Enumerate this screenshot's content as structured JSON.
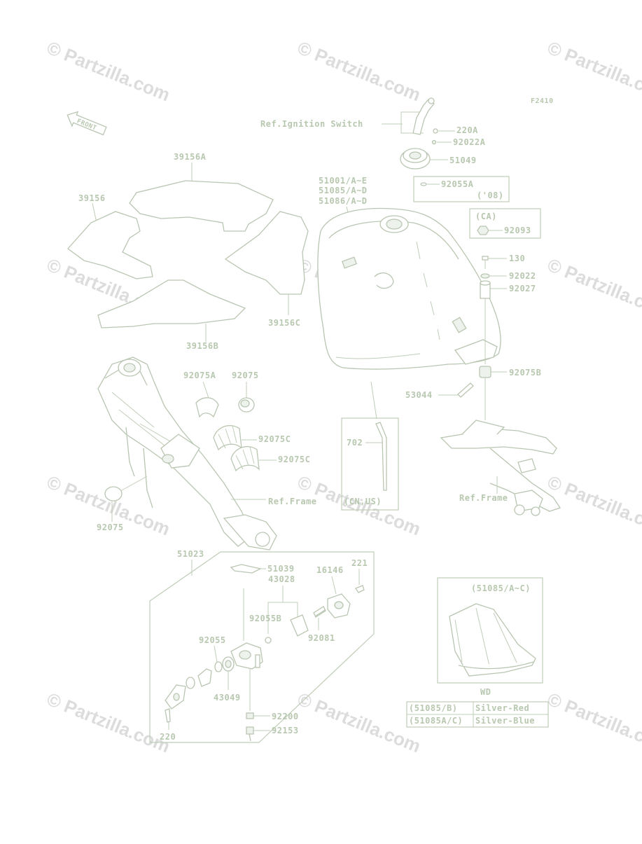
{
  "figure_code": "F2410",
  "watermark": "© Partzilla.com",
  "front_label": "FRONT",
  "labels": {
    "ref_ignition": "Ref.Ignition Switch",
    "p220A": "220A",
    "p92022A": "92022A",
    "p51049": "51049",
    "p92055A": "92055A",
    "yr08": "('08)",
    "ca": "(CA)",
    "p92093": "92093",
    "tank1": "51001/A~E",
    "tank2": "51085/A~D",
    "tank3": "51086/A~D",
    "p130": "130",
    "p92022": "92022",
    "p92027": "92027",
    "p39156A": "39156A",
    "p39156": "39156",
    "p39156C": "39156C",
    "p39156B": "39156B",
    "p92075A": "92075A",
    "p92075_top": "92075",
    "p92075C_1": "92075C",
    "p92075C_2": "92075C",
    "ref_frame_left": "Ref.Frame",
    "p92075_bottom": "92075",
    "p702": "702",
    "cnus": "(CN,US)",
    "p53044": "53044",
    "p92075B": "92075B",
    "ref_frame_right": "Ref.Frame",
    "p51023": "51023",
    "p51039": "51039",
    "p43028": "43028",
    "p16146": "16146",
    "p221": "221",
    "p92055B": "92055B",
    "p92081": "92081",
    "p92055": "92055",
    "p43049": "43049",
    "p92200": "92200",
    "p92153": "92153",
    "p220": "220",
    "inset_title": "(51085/A~C)",
    "wd": "WD"
  },
  "color_table": {
    "rows": [
      {
        "code": "(51085/B)",
        "color": "Silver-Red"
      },
      {
        "code": "(51085A/C)",
        "color": "Silver-Blue"
      }
    ]
  }
}
